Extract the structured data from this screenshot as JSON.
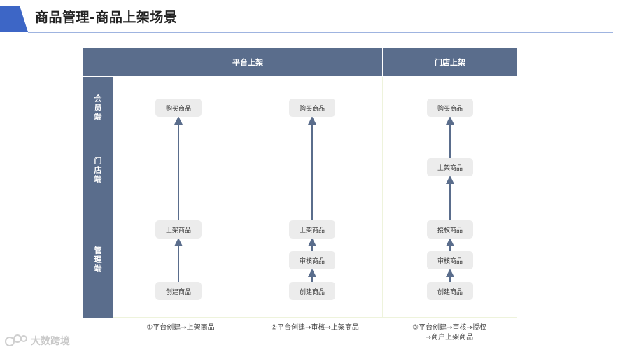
{
  "title": "商品管理-商品上架场景",
  "columns": [
    "平台上架",
    "门店上架"
  ],
  "rows": [
    "会员端",
    "门店端",
    "管理端"
  ],
  "scenarios": [
    {
      "nodes": {
        "buy": "购买商品",
        "list": "上架商品",
        "create": "创建商品"
      },
      "caption": [
        "①平台创建→上架商品"
      ]
    },
    {
      "nodes": {
        "buy": "购买商品",
        "list": "上架商品",
        "review": "审核商品",
        "create": "创建商品"
      },
      "caption": [
        "②平台创建→审核→上架商品"
      ]
    },
    {
      "nodes": {
        "buy": "购买商品",
        "store_list": "上架商品",
        "authorize": "授权商品",
        "review": "审核商品",
        "create": "创建商品"
      },
      "caption": [
        "③平台创建→审核→授权",
        "→商户上架商品"
      ]
    }
  ],
  "watermark": "大数跨境",
  "colors": {
    "header": "#5a6d8c",
    "accent": "#3d66c6",
    "node": "#ececec",
    "arrow": "#5a6d8c"
  }
}
